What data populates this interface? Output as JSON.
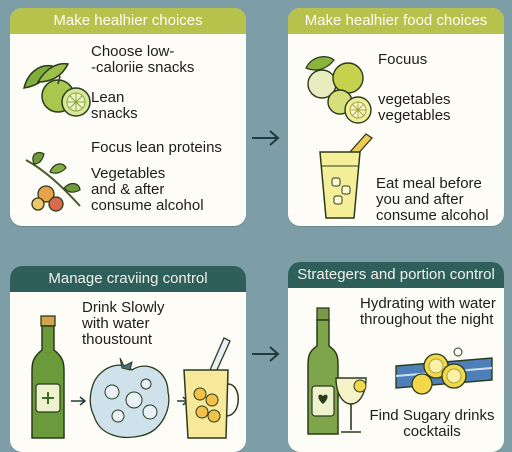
{
  "panels": {
    "top_left": {
      "title": "Make healhier choices",
      "items": [
        "Choose low-\n-caloriie snacks",
        "Lean\nsnacks",
        "Focus lean proteins",
        "Vegetables\nand & after\nconsume alcohol"
      ]
    },
    "top_right": {
      "title": "Make healhier food choices",
      "items": [
        "Focuus",
        "vegetables\nvegetables",
        "Eat meal before\nyou and after\nconsume alcohol"
      ]
    },
    "bottom_left": {
      "title": "Manage craviing control",
      "items": [
        "Drink Slowly\nwith water\nthoustount"
      ]
    },
    "bottom_right": {
      "title": "Strategers and portion control",
      "items": [
        "Hydrating with water\nthroughout the night",
        "Find Sugary drinks\ncocktails"
      ]
    }
  },
  "colors": {
    "background": "#7d9ea6",
    "card": "#fdfcf6",
    "header_green": "#b6c24b",
    "header_dark": "#2e5f5a"
  }
}
